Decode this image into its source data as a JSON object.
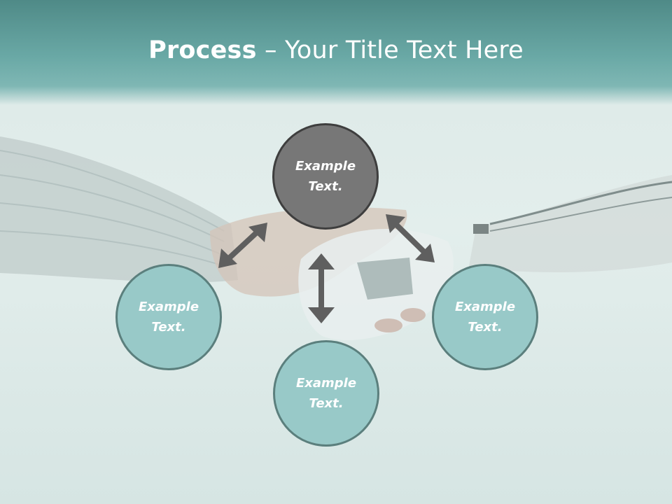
{
  "title": {
    "bold": "Process",
    "rest": " – Your Title Text Here"
  },
  "nodes": {
    "top": {
      "line1": "Example",
      "line2": "Text."
    },
    "left": {
      "line1": "Example",
      "line2": "Text."
    },
    "right": {
      "line1": "Example",
      "line2": "Text."
    },
    "bottom": {
      "line1": "Example",
      "line2": "Text."
    }
  },
  "colors": {
    "header": "#5f9d9a",
    "node_fill": "#98c9c8",
    "node_top_fill": "#777777",
    "arrow": "#5f5f5f",
    "text": "#ffffff"
  }
}
